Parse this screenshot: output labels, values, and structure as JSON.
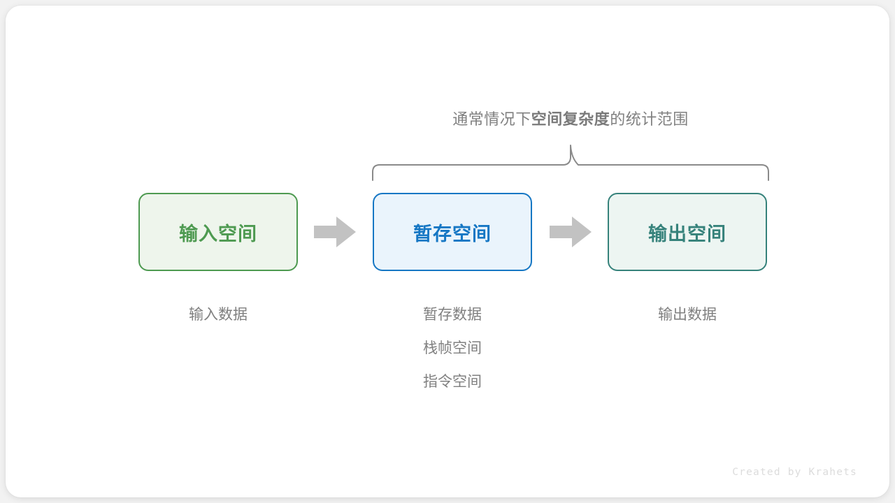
{
  "colors": {
    "page_bg": "#f2f2f2",
    "card_bg": "#ffffff",
    "green_border": "#4e9a51",
    "green_fill": "#eef5ec",
    "green_text": "#4e9a51",
    "blue_border": "#1677c4",
    "blue_fill": "#eaf4fc",
    "blue_text": "#1677c4",
    "teal_border": "#36827b",
    "teal_fill": "#edf5f2",
    "teal_text": "#36827b",
    "arrow_gray": "#c2c2c2",
    "brace_gray": "#8a8a8a",
    "caption_gray": "#808080",
    "signature_gray": "#dcdcdc"
  },
  "annotation": {
    "prefix": "通常情况下",
    "emphasis": "空间复杂度",
    "suffix": "的统计范围"
  },
  "boxes": [
    {
      "key": "input-space",
      "label": "输入空间",
      "accent": "#4e9a51",
      "fill": "#eef5ec",
      "captions": [
        "输入数据"
      ]
    },
    {
      "key": "temp-space",
      "label": "暂存空间",
      "accent": "#1677c4",
      "fill": "#eaf4fc",
      "captions": [
        "暂存数据",
        "栈帧空间",
        "指令空间"
      ]
    },
    {
      "key": "output-space",
      "label": "输出空间",
      "accent": "#36827b",
      "fill": "#edf5f2",
      "captions": [
        "输出数据"
      ]
    }
  ],
  "arrows": [
    {
      "key": "arrow-input-to-temp",
      "direction": "right"
    },
    {
      "key": "arrow-temp-to-output",
      "direction": "right"
    }
  ],
  "footer": {
    "credit": "Created by Krahets"
  }
}
